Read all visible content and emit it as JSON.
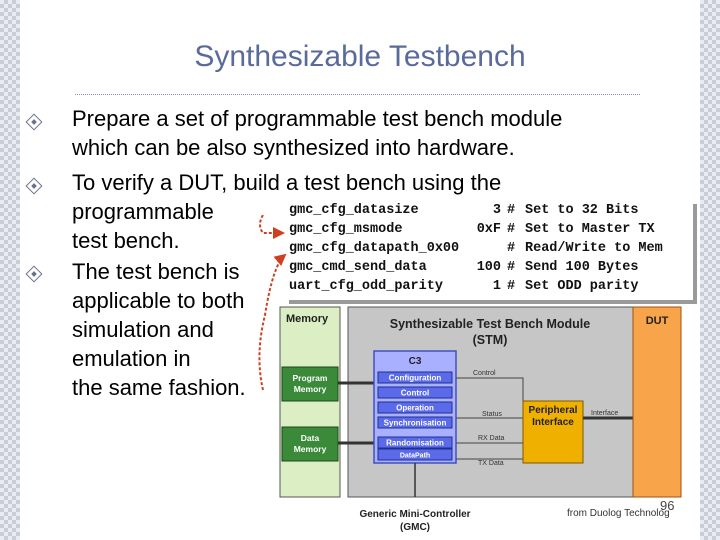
{
  "title": "Synthesizable Testbench",
  "bullets": [
    {
      "lines": [
        "Prepare a set of programmable test bench module",
        "which can be also synthesized into hardware."
      ]
    },
    {
      "lines": [
        "To verify a DUT, build a test bench using the",
        "programmable",
        "test bench."
      ]
    },
    {
      "lines": [
        "The test bench is",
        "applicable to both",
        "simulation and",
        "emulation in",
        "the same fashion."
      ]
    }
  ],
  "code": [
    {
      "name": "gmc_cfg_datasize",
      "value": "3",
      "hash": "#",
      "comment": "Set to 32 Bits"
    },
    {
      "name": "gmc_cfg_msmode",
      "value": "0xF",
      "hash": "#",
      "comment": "Set to Master TX"
    },
    {
      "name": "gmc_cfg_datapath_0x00",
      "value": "",
      "hash": "#",
      "comment": "Read/Write to Mem"
    },
    {
      "name": "gmc_cmd_send_data",
      "value": "100",
      "hash": "#",
      "comment": "Send 100 Bytes"
    },
    {
      "name": "uart_cfg_odd_parity",
      "value": "1",
      "hash": "#",
      "comment": "Set ODD parity"
    }
  ],
  "diagram": {
    "memory": "Memory",
    "program_memory": [
      "Program",
      "Memory"
    ],
    "data_memory": [
      "Data",
      "Memory"
    ],
    "stm_title": [
      "Synthesizable Test Bench Module",
      "(STM)"
    ],
    "c3": "C3",
    "c3_items": [
      "Configuration",
      "Control",
      "Operation",
      "Synchronisation",
      "Randomisation",
      "DataPath"
    ],
    "signals": [
      "Control",
      "Interface",
      "Status",
      "RX Data",
      "TX Data"
    ],
    "peripheral": [
      "Peripheral",
      "Interface"
    ],
    "dut": "DUT",
    "gmc": [
      "Generic Mini-Controller",
      "(GMC)"
    ]
  },
  "page_number": "96",
  "credit": "from Duolog Technolog",
  "colors": {
    "title": "#5a6a9a",
    "memory_box": "#dceec4",
    "stm_box": "#c6c6c6",
    "c3_box": "#a8b0ff",
    "peripheral": "#f0b000",
    "dut": "#f8a44a",
    "arrow": "#d04020"
  }
}
